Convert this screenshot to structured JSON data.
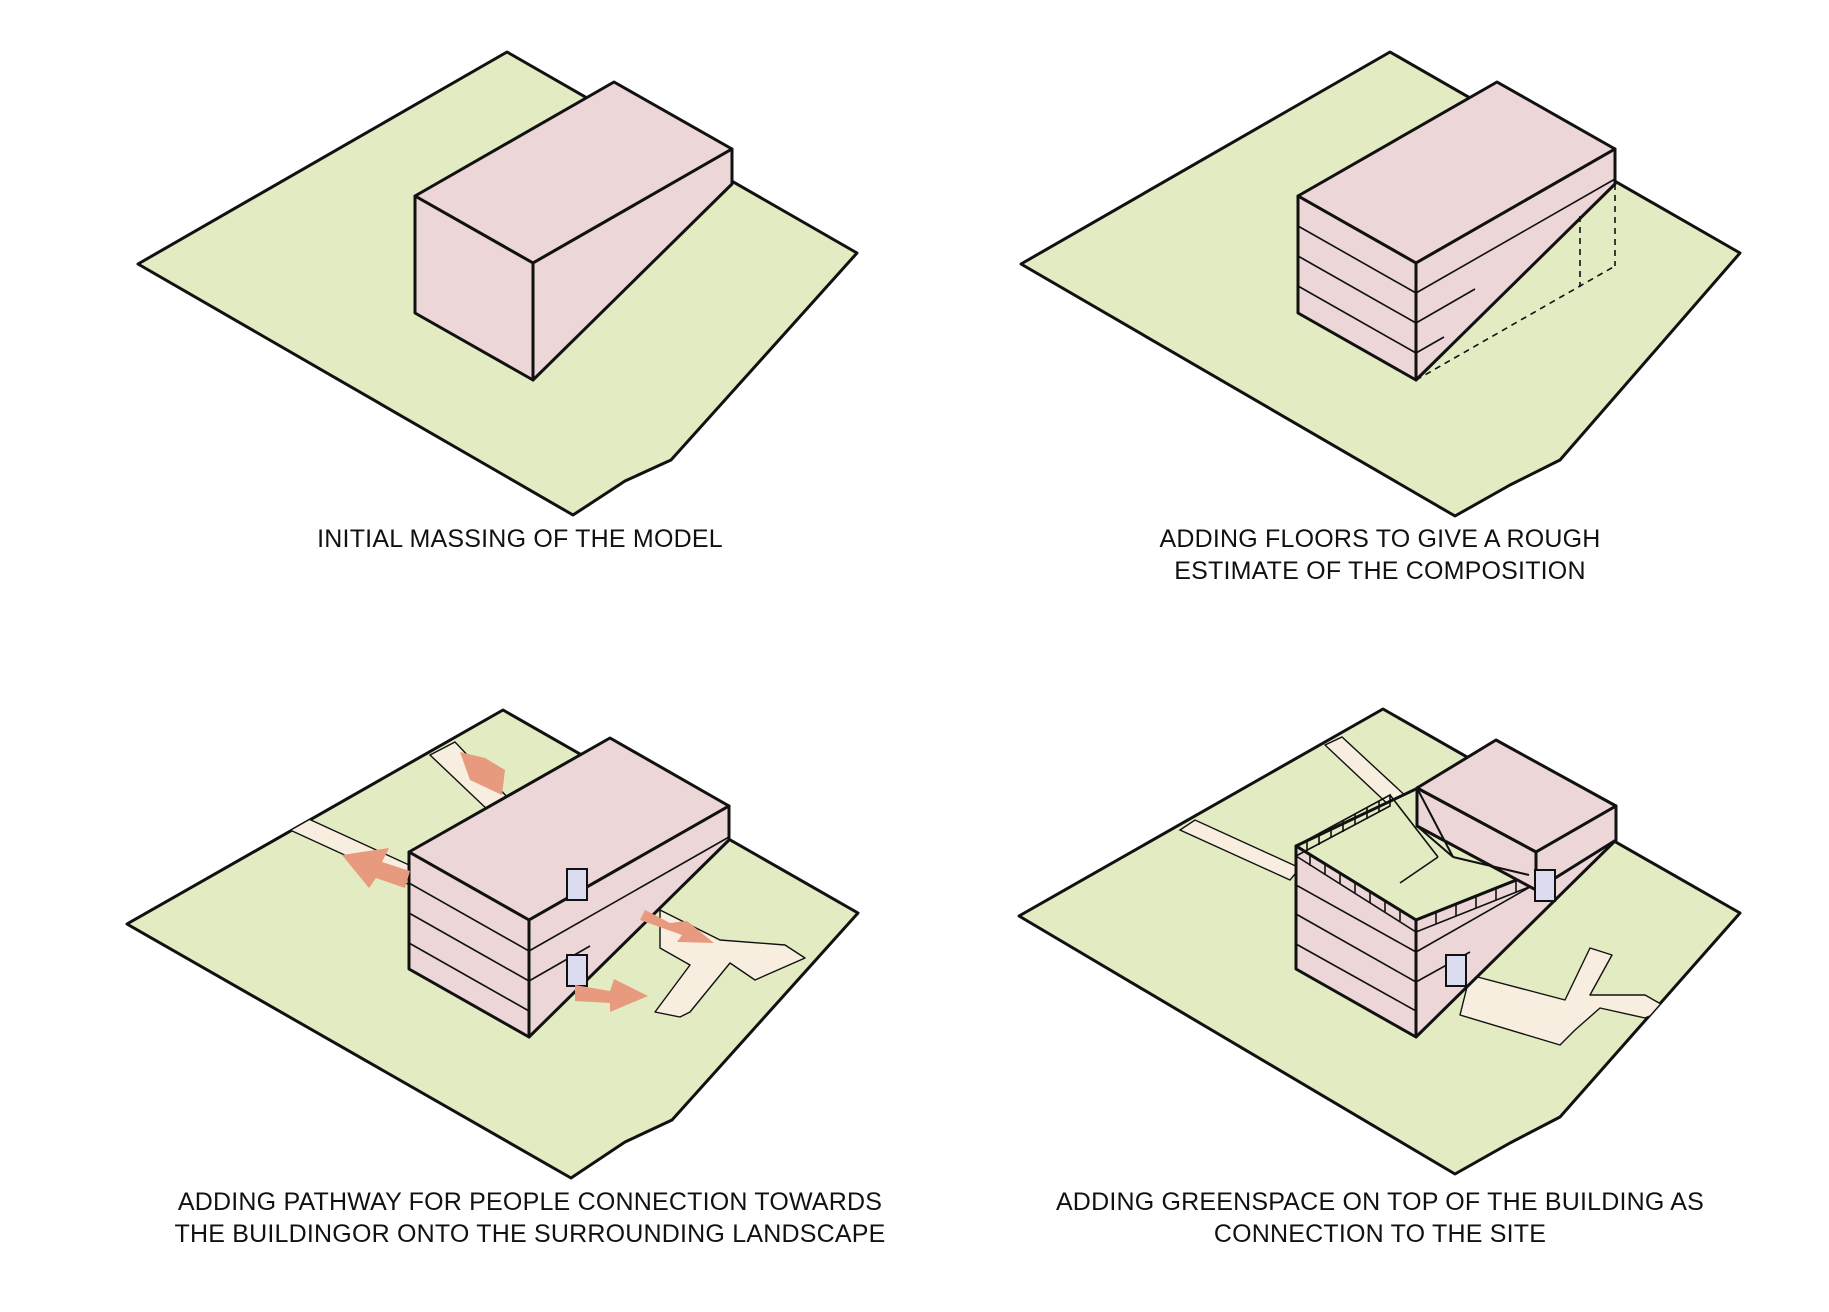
{
  "colors": {
    "site_fill": "#e2ebc1",
    "building_fill": "#ecd6d7",
    "path_fill": "#f8eee0",
    "arrow_fill": "#e79a7e",
    "door_fill": "#dcdcf0",
    "stroke": "#111111",
    "background": "#ffffff"
  },
  "panels": [
    {
      "id": "initial-massing",
      "caption_lines": [
        "INITIAL MASSING OF THE MODEL"
      ]
    },
    {
      "id": "adding-floors",
      "caption_lines": [
        "ADDING FLOORS TO GIVE A ROUGH",
        "ESTIMATE OF THE COMPOSITION"
      ]
    },
    {
      "id": "adding-pathway",
      "caption_lines": [
        "ADDING PATHWAY FOR PEOPLE CONNECTION TOWARDS",
        "THE BUILDINGOR ONTO THE SURROUNDING LANDSCAPE"
      ]
    },
    {
      "id": "adding-greenspace",
      "caption_lines": [
        "ADDING GREENSPACE ON TOP OF THE BUILDING AS",
        "CONNECTION TO THE SITE"
      ]
    }
  ]
}
